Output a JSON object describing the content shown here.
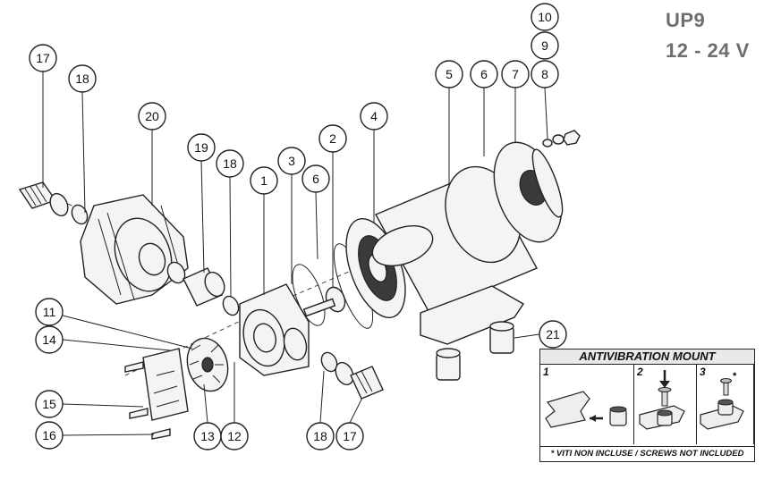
{
  "title": {
    "model": "UP9",
    "voltage": "12 - 24 V"
  },
  "callouts": [
    "17",
    "18",
    "20",
    "19",
    "18",
    "1",
    "3",
    "6",
    "2",
    "4",
    "5",
    "6",
    "7",
    "8",
    "9",
    "10",
    "11",
    "14",
    "15",
    "16",
    "13",
    "12",
    "18",
    "17",
    "21"
  ],
  "antivibration": {
    "title": "ANTIVIBRATION MOUNT",
    "steps": [
      "1",
      "2",
      "3"
    ],
    "note": "* VITI NON INCLUSE / SCREWS NOT INCLUDED"
  }
}
